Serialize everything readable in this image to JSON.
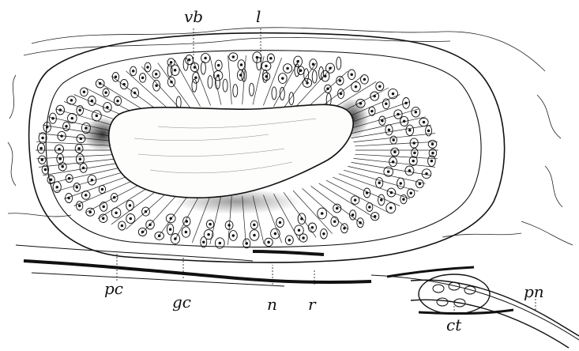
{
  "labels": {
    "vb": "vb",
    "l": "l",
    "pc": "pc",
    "gc": "gc",
    "n": "n",
    "r": "r",
    "ct": "ct",
    "pn": "pn"
  },
  "colors": {
    "ink": "#111111",
    "background": "#ffffff"
  }
}
